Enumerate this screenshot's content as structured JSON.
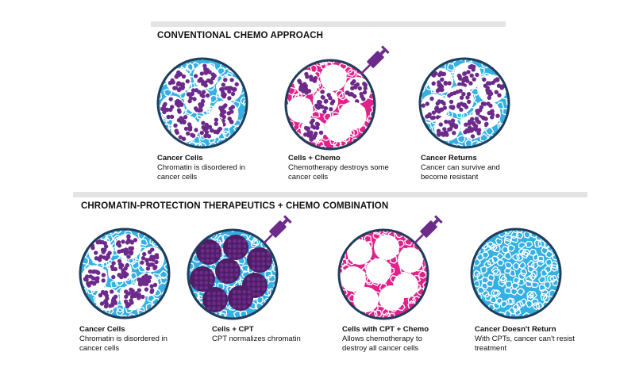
{
  "colors": {
    "cyan": "#35b0e2",
    "magenta": "#e0228a",
    "purple": "#6c2a8a",
    "dark_purple": "#4e1e65",
    "ring": "#1f3d5c",
    "band": "#e4e4e4"
  },
  "sections": [
    {
      "title": "CONVENTIONAL CHEMO APPROACH",
      "panels": [
        {
          "heading": "Cancer Cells",
          "text": "Chromatin is disordered in cancer cells",
          "style": "disordered",
          "syringe": false,
          "icon": ""
        },
        {
          "heading": "Cells + Chemo",
          "text": "Chemotherapy destroys some cancer cells",
          "style": "chemo-partial",
          "syringe": true,
          "icon": "syringe-icon"
        },
        {
          "heading": "Cancer Returns",
          "text": "Cancer can survive and become resistant",
          "style": "disordered",
          "syringe": false,
          "icon": ""
        }
      ]
    },
    {
      "title": "CHROMATIN-PROTECTION THERAPEUTICS + CHEMO COMBINATION",
      "panels": [
        {
          "heading": "Cancer Cells",
          "text": "Chromatin is disordered in cancer cells",
          "style": "disordered",
          "syringe": false,
          "icon": ""
        },
        {
          "heading": "Cells + CPT",
          "text": "CPT normalizes chromatin",
          "style": "normalized",
          "syringe": true,
          "icon": "syringe-icon"
        },
        {
          "heading": "Cells with CPT + Chemo",
          "text": "Allows chemotherapy to destroy all cancer cells",
          "style": "chemo-all",
          "syringe": true,
          "icon": "syringe-icon"
        },
        {
          "heading": "Cancer Doesn't Return",
          "text": "With CPTs, cancer can't resist treatment",
          "style": "healthy",
          "syringe": false,
          "icon": ""
        }
      ]
    }
  ]
}
